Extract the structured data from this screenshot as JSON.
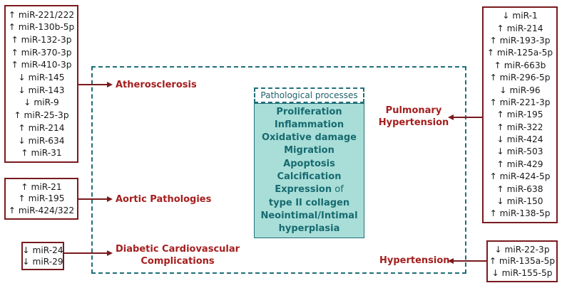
{
  "colors": {
    "box_border": "#7a1a1e",
    "disease_text": "#a51e1e",
    "dashed_border": "#1f6f7a",
    "process_fill": "#a9ded8",
    "process_text": "#166a70"
  },
  "center": {
    "title": "Pathological processes",
    "processes": [
      "Proliferation",
      "Inflammation",
      "Oxidative damage",
      "Migration",
      "Apoptosis",
      "Calcification",
      "Expression",
      "type II collagen",
      "Neointimal/Intimal",
      "hyperplasia"
    ],
    "expression_suffix": " of"
  },
  "diseases": {
    "atherosclerosis": "Atherosclerosis",
    "aortic": "Aortic Pathologies",
    "diabetic_line1": "Diabetic Cardiovascular",
    "diabetic_line2": "Complications",
    "pulmonary_line1": "Pulmonary",
    "pulmonary_line2": "Hypertension",
    "hypertension": "Hypertension"
  },
  "mirna_lists": {
    "atherosclerosis": [
      "↑ miR-221/222",
      "↑ miR-130b-5p",
      "↑ miR-132-3p",
      "↑ miR-370-3p",
      "↑ miR-410-3p",
      "↓ miR-145",
      "↓ miR-143",
      "↓ miR-9",
      "↑ miR-25-3p",
      "↑ miR-214",
      "↓ miR-634",
      "↑ miR-31"
    ],
    "aortic": [
      "↑ miR-21",
      "↑ miR-195",
      "↑ miR-424/322"
    ],
    "diabetic": [
      "↓ miR-24",
      "↓ miR-29"
    ],
    "pulmonary": [
      "↓ miR-1",
      "↑ miR-214",
      "↑ miR-193-3p",
      "↑ miR-125a-5p",
      "↑ miR-663b",
      "↑ miR-296-5p",
      "↓ miR-96",
      "↑ miR-221-3p",
      "↑ miR-195",
      "↑ miR-322",
      "↓ miR-424",
      "↓ miR-503",
      "↑ miR-429",
      "↑ miR-424-5p",
      "↑ miR-638",
      "↓ miR-150",
      "↑ miR-138-5p"
    ],
    "hypertension": [
      "↓ miR-22-3p",
      "↑ miR-135a-5p",
      "↓ miR-155-5p"
    ]
  }
}
